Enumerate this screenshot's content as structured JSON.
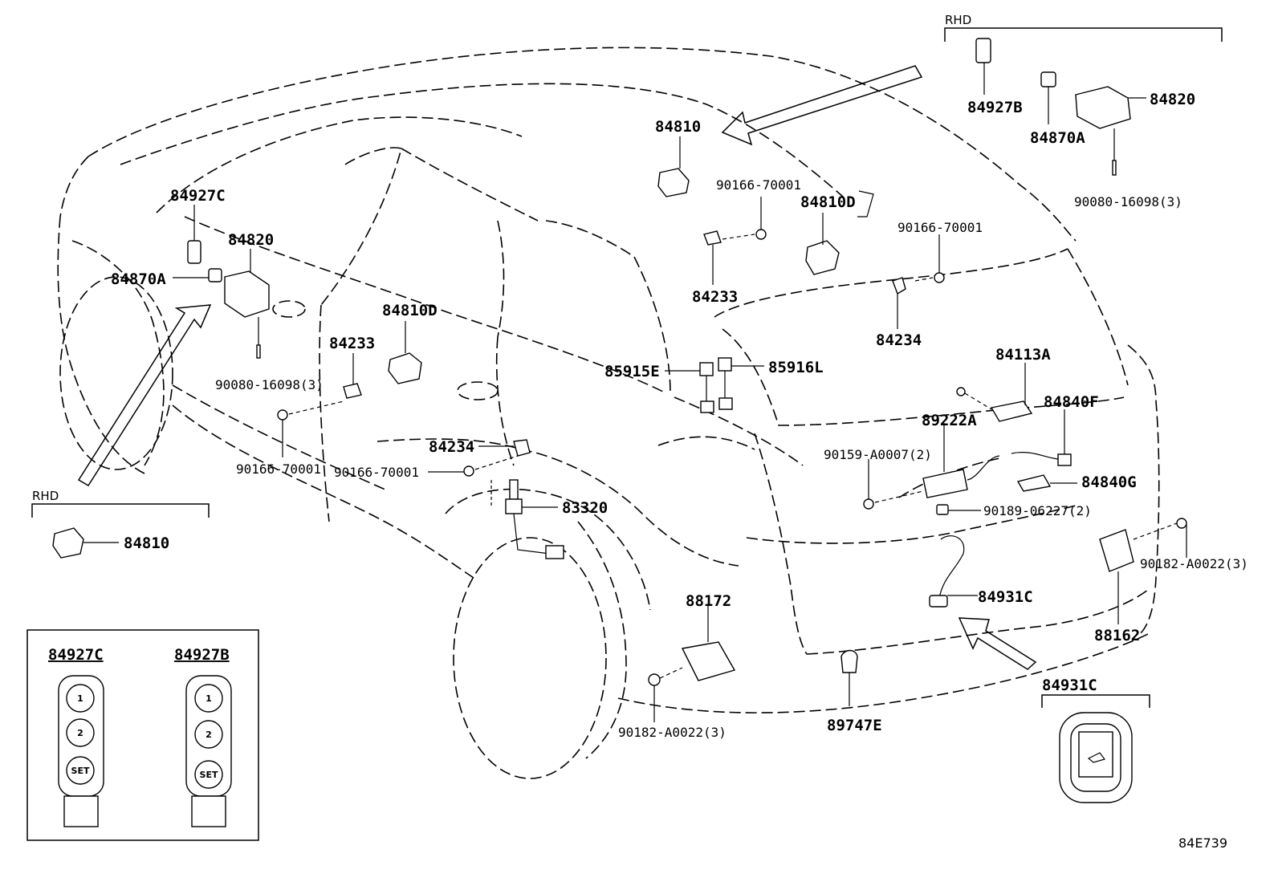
{
  "labels": {
    "rhd_top": "RHD",
    "rhd_left": "RHD",
    "p84927B_top": "84927B",
    "p84820_top": "84820",
    "p84870A_top": "84870A",
    "p90080_top": "90080-16098(3)",
    "p84810_top": "84810",
    "p90166_a": "90166-70001",
    "p84810D_right": "84810D",
    "p90166_b": "90166-70001",
    "p84233_right": "84233",
    "p84234_right": "84234",
    "p84927C": "84927C",
    "p84820_left": "84820",
    "p84870A_left": "84870A",
    "p84810D_mid": "84810D",
    "p84233_mid": "84233",
    "p90080_left": "90080-16098(3)",
    "p85915E": "85915E",
    "p85916L": "85916L",
    "p84113A": "84113A",
    "p84840F": "84840F",
    "p89222A": "89222A",
    "p90159": "90159-A0007(2)",
    "p84840G": "84840G",
    "p90189": "90189-06227(2)",
    "p84234_mid": "84234",
    "p90166_c": "90166-70001",
    "p90166_d": "90166-70001",
    "p83320": "83320",
    "p84810_left": "84810",
    "p90182_right": "90182-A0022(3)",
    "p84931C": "84931C",
    "p88162": "88162",
    "p88172": "88172",
    "p90182_bottom": "90182-A0022(3)",
    "p89747E": "89747E",
    "inset_84927C": "84927C",
    "inset_84927B": "84927B",
    "inset_84931C": "84931C",
    "diagram_code": "84E739"
  },
  "buttons": {
    "b1": "1",
    "b2": "2",
    "set": "SET"
  }
}
